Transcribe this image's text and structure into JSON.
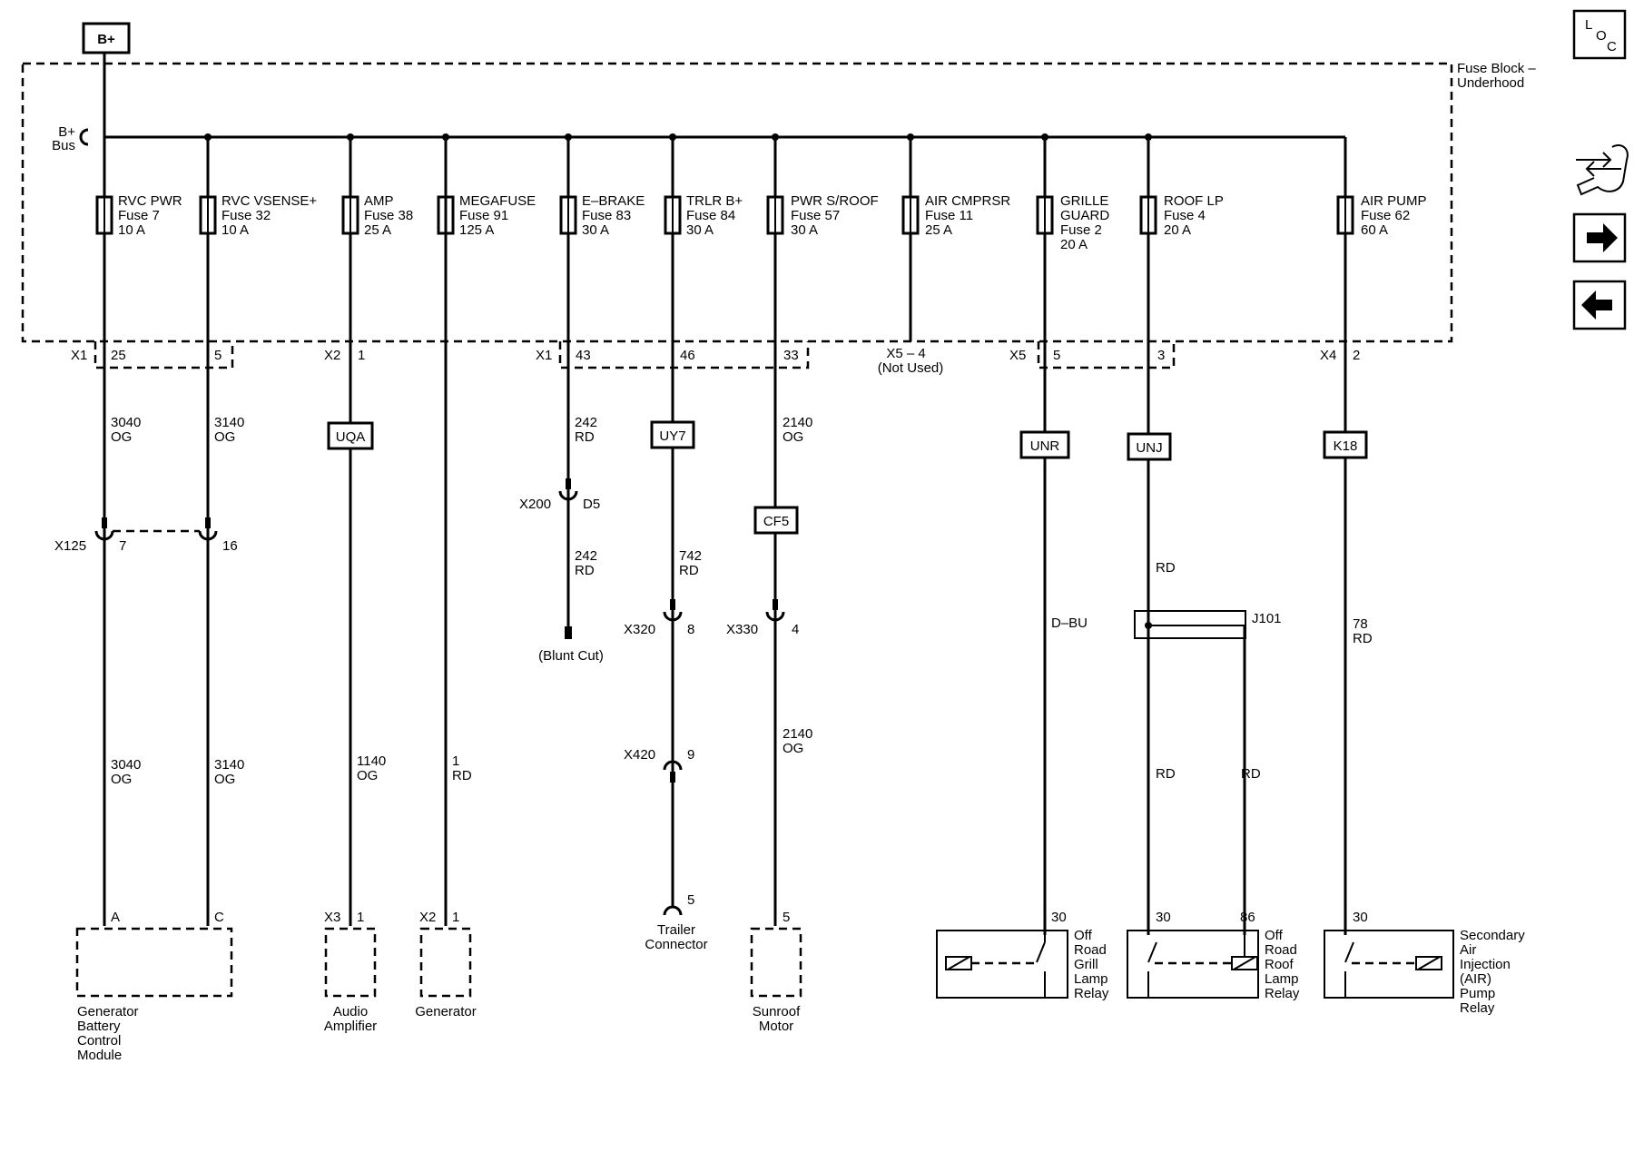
{
  "title_block": {
    "bplus": "B+",
    "fuse_block": "Fuse Block –",
    "fuse_block_sub": "Underhood",
    "bus_line1": "B+",
    "bus_line2": "Bus"
  },
  "side_icons": {
    "loc_l": "L",
    "loc_o": "O",
    "loc_c": "C",
    "loc": "location-icon",
    "tool": "wrench-tool-icon",
    "next": "arrow-right-icon",
    "prev": "arrow-left-icon"
  },
  "fuses": [
    {
      "name": "RVC PWR",
      "fuse": "Fuse 7",
      "rating": "10 A"
    },
    {
      "name": "RVC VSENSE+",
      "fuse": "Fuse 32",
      "rating": "10 A"
    },
    {
      "name": "AMP",
      "fuse": "Fuse 38",
      "rating": "25 A"
    },
    {
      "name": "MEGAFUSE",
      "fuse": "Fuse 91",
      "rating": "125 A"
    },
    {
      "name": "E–BRAKE",
      "fuse": "Fuse 83",
      "rating": "30 A"
    },
    {
      "name": "TRLR B+",
      "fuse": "Fuse 84",
      "rating": "30 A"
    },
    {
      "name": "PWR S/ROOF",
      "fuse": "Fuse 57",
      "rating": "30 A"
    },
    {
      "name": "AIR CMPRSR",
      "fuse": "Fuse 11",
      "rating": "25 A"
    },
    {
      "name": "GRILLE",
      "fuse": "GUARD",
      "rating": "Fuse 2",
      "extra": "20 A"
    },
    {
      "name": "ROOF LP",
      "fuse": "Fuse 4",
      "rating": "20 A"
    },
    {
      "name": "AIR PUMP",
      "fuse": "Fuse 62",
      "rating": "60 A"
    }
  ],
  "connectors": {
    "x1_a": "X1",
    "x1_a_p1": "25",
    "x1_a_p2": "5",
    "x2_a": "X2",
    "x2_a_p1": "1",
    "x1_b": "X1",
    "x1_b_p1": "43",
    "x1_b_p2": "46",
    "x1_b_p3": "33",
    "x5_4": "X5 – 4",
    "not_used": "(Not Used)",
    "x5": "X5",
    "x5_p1": "5",
    "x5_p2": "3",
    "x4": "X4",
    "x4_p1": "2",
    "x125": "X125",
    "x125_p1": "7",
    "x125_p2": "16",
    "x200": "X200",
    "x200_p": "D5",
    "blunt": "(Blunt Cut)",
    "x320": "X320",
    "x320_p": "8",
    "x330": "X330",
    "x330_p": "4",
    "x420": "X420",
    "x420_p": "9",
    "j101": "J101"
  },
  "options": [
    "UQA",
    "UY7",
    "CF5",
    "UNR",
    "UNJ",
    "K18"
  ],
  "wires": {
    "w3040a_n": "3040",
    "w3040a_c": "OG",
    "w3140a_n": "3140",
    "w3140a_c": "OG",
    "w242a_n": "242",
    "w242a_c": "RD",
    "w2140a_n": "2140",
    "w2140a_c": "OG",
    "w242b_n": "242",
    "w242b_c": "RD",
    "w742_n": "742",
    "w742_c": "RD",
    "w3040b_n": "3040",
    "w3040b_c": "OG",
    "w3140b_n": "3140",
    "w3140b_c": "OG",
    "w1140_n": "1140",
    "w1140_c": "OG",
    "w1_n": "1",
    "w1_c": "RD",
    "w2140b_n": "2140",
    "w2140b_c": "OG",
    "w_dbu": "D–BU",
    "w_rd_top": "RD",
    "w_rd_l": "RD",
    "w_rd_r": "RD",
    "w78_n": "78",
    "w78_c": "RD"
  },
  "pins": {
    "gbcm_a": "A",
    "gbcm_c": "C",
    "amp_x": "X3",
    "amp_p": "1",
    "gen_x": "X2",
    "gen_p": "1",
    "trl_p": "5",
    "sun_p": "5",
    "r1_30": "30",
    "r2_30": "30",
    "r2_86": "86",
    "r3_30": "30"
  },
  "components": {
    "gbcm": [
      "Generator",
      "Battery",
      "Control",
      "Module"
    ],
    "amp": [
      "Audio",
      "Amplifier"
    ],
    "gen": [
      "Generator"
    ],
    "trailer": [
      "Trailer",
      "Connector"
    ],
    "sunroof": [
      "Sunroof",
      "Motor"
    ],
    "relay1": [
      "Off",
      "Road",
      "Grill",
      "Lamp",
      "Relay"
    ],
    "relay2": [
      "Off",
      "Road",
      "Roof",
      "Lamp",
      "Relay"
    ],
    "relay3": [
      "Secondary",
      "Air",
      "Injection",
      "(AIR)",
      "Pump",
      "Relay"
    ]
  }
}
